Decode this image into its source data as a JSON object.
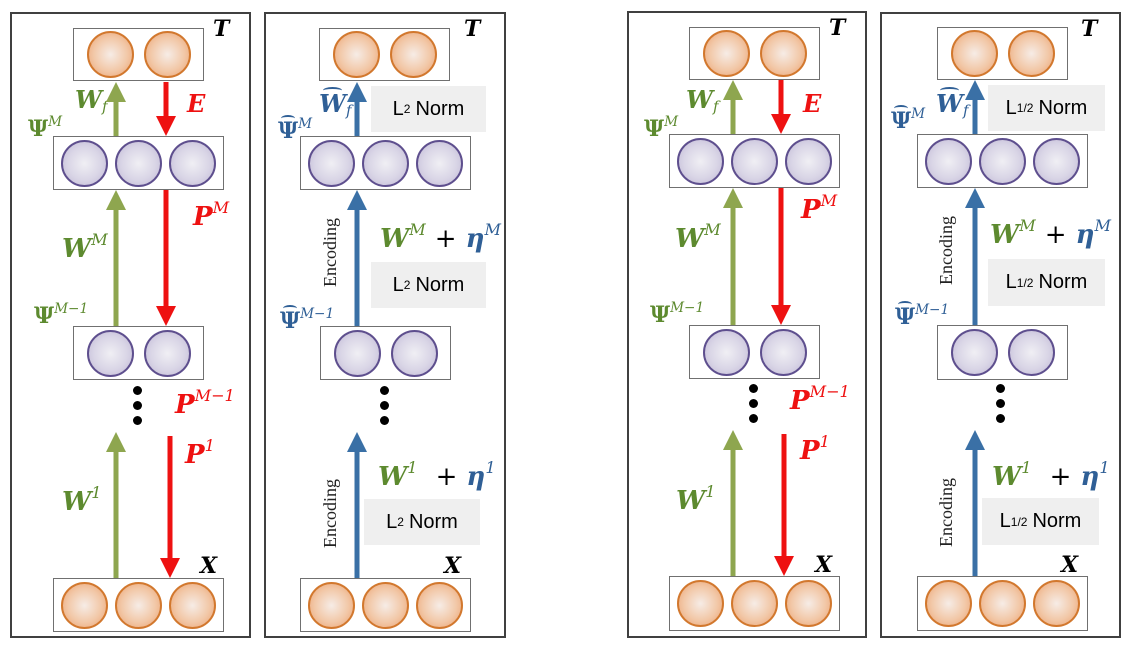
{
  "colors": {
    "green_arrow": "#8ea64f",
    "red_arrow": "#ee1111",
    "blue_arrow": "#3a70a6",
    "orange_neuron": "#d2782e",
    "purple_neuron": "#5e4f8e",
    "norm_box_bg": "#efefef"
  },
  "panels": [
    {
      "id": "panel-1",
      "type": "standard",
      "top_label": "T",
      "bottom_label": "X",
      "labels": {
        "wf": "W",
        "wf_sub": "f",
        "psi_m": "Ψ",
        "psi_m_sup": "M",
        "e": "E",
        "pm": "P",
        "pm_sup": "M",
        "wm": "W",
        "wm_sup": "M",
        "psi_m1": "Ψ",
        "psi_m1_sup": "M−1",
        "pm1": "P",
        "pm1_sup": "M−1",
        "p1": "P",
        "p1_sup": "1",
        "w1": "W",
        "w1_sup": "1"
      }
    },
    {
      "id": "panel-2",
      "type": "encoding",
      "top_label": "T",
      "bottom_label": "X",
      "encoding_label": "Encoding",
      "norm_main": "L",
      "norm_sub": "2",
      "norm_word": "Norm",
      "labels": {
        "wf": "W",
        "wf_sub": "f",
        "psi_m": "Ψ",
        "psi_m_sup": "M",
        "wm": "W",
        "wm_sup": "M",
        "plus": "+",
        "eta_m": "η",
        "eta_m_sup": "M",
        "psi_m1": "Ψ",
        "psi_m1_sup": "M−1",
        "w1": "W",
        "w1_sup": "1",
        "eta_1": "η",
        "eta_1_sup": "1"
      }
    },
    {
      "id": "panel-3",
      "type": "standard",
      "top_label": "T",
      "bottom_label": "X",
      "labels": {
        "wf": "W",
        "wf_sub": "f",
        "psi_m": "Ψ",
        "psi_m_sup": "M",
        "e": "E",
        "pm": "P",
        "pm_sup": "M",
        "wm": "W",
        "wm_sup": "M",
        "psi_m1": "Ψ",
        "psi_m1_sup": "M−1",
        "pm1": "P",
        "pm1_sup": "M−1",
        "p1": "P",
        "p1_sup": "1",
        "w1": "W",
        "w1_sup": "1"
      }
    },
    {
      "id": "panel-4",
      "type": "encoding",
      "top_label": "T",
      "bottom_label": "X",
      "encoding_label": "Encoding",
      "norm_main": "L",
      "norm_sub": "1/2",
      "norm_word": "Norm",
      "labels": {
        "wf": "W",
        "wf_sub": "f",
        "psi_m": "Ψ",
        "psi_m_sup": "M",
        "wm": "W",
        "wm_sup": "M",
        "plus": "+",
        "eta_m": "η",
        "eta_m_sup": "M",
        "psi_m1": "Ψ",
        "psi_m1_sup": "M−1",
        "w1": "W",
        "w1_sup": "1",
        "eta_1": "η",
        "eta_1_sup": "1"
      }
    }
  ]
}
